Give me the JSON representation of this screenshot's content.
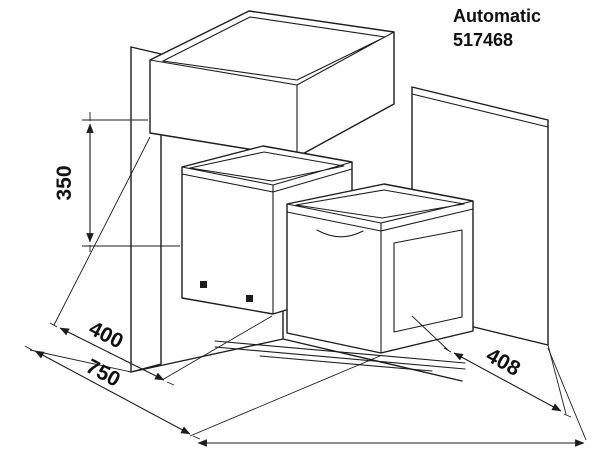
{
  "page": {
    "background_color": "#ffffff",
    "line_color": "#1d1d1d"
  },
  "header": {
    "product_line": "Automatic",
    "product_code": "517468"
  },
  "dimensions": {
    "height": "350",
    "inner_width": "400",
    "total_width": "750",
    "depth": "408"
  }
}
